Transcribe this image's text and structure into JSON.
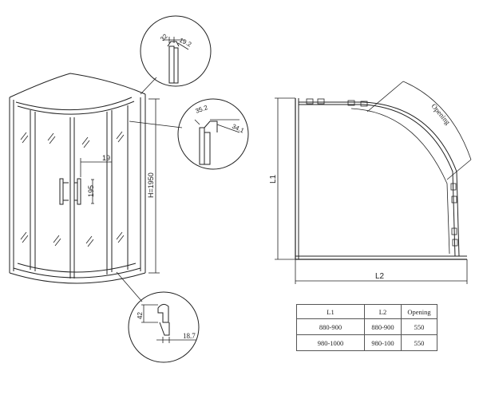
{
  "front_view": {
    "height_label": "H=1950",
    "handle_offset_label": "19",
    "handle_length_label": "195"
  },
  "details": {
    "top_profile": {
      "dim_a": "32",
      "dim_b": "19.2"
    },
    "side_profile": {
      "dim_a": "35.2",
      "dim_b": "34.1"
    },
    "bottom_profile": {
      "dim_a": "42",
      "dim_b": "18.7"
    }
  },
  "plan_view": {
    "l1_label": "L1",
    "l2_label": "L2",
    "opening_label": "Opening"
  },
  "spec_table": {
    "headers": [
      "L1",
      "L2",
      "Opening"
    ],
    "rows": [
      [
        "880-900",
        "880-900",
        "550"
      ],
      [
        "980-1000",
        "980-100",
        "550"
      ]
    ]
  }
}
